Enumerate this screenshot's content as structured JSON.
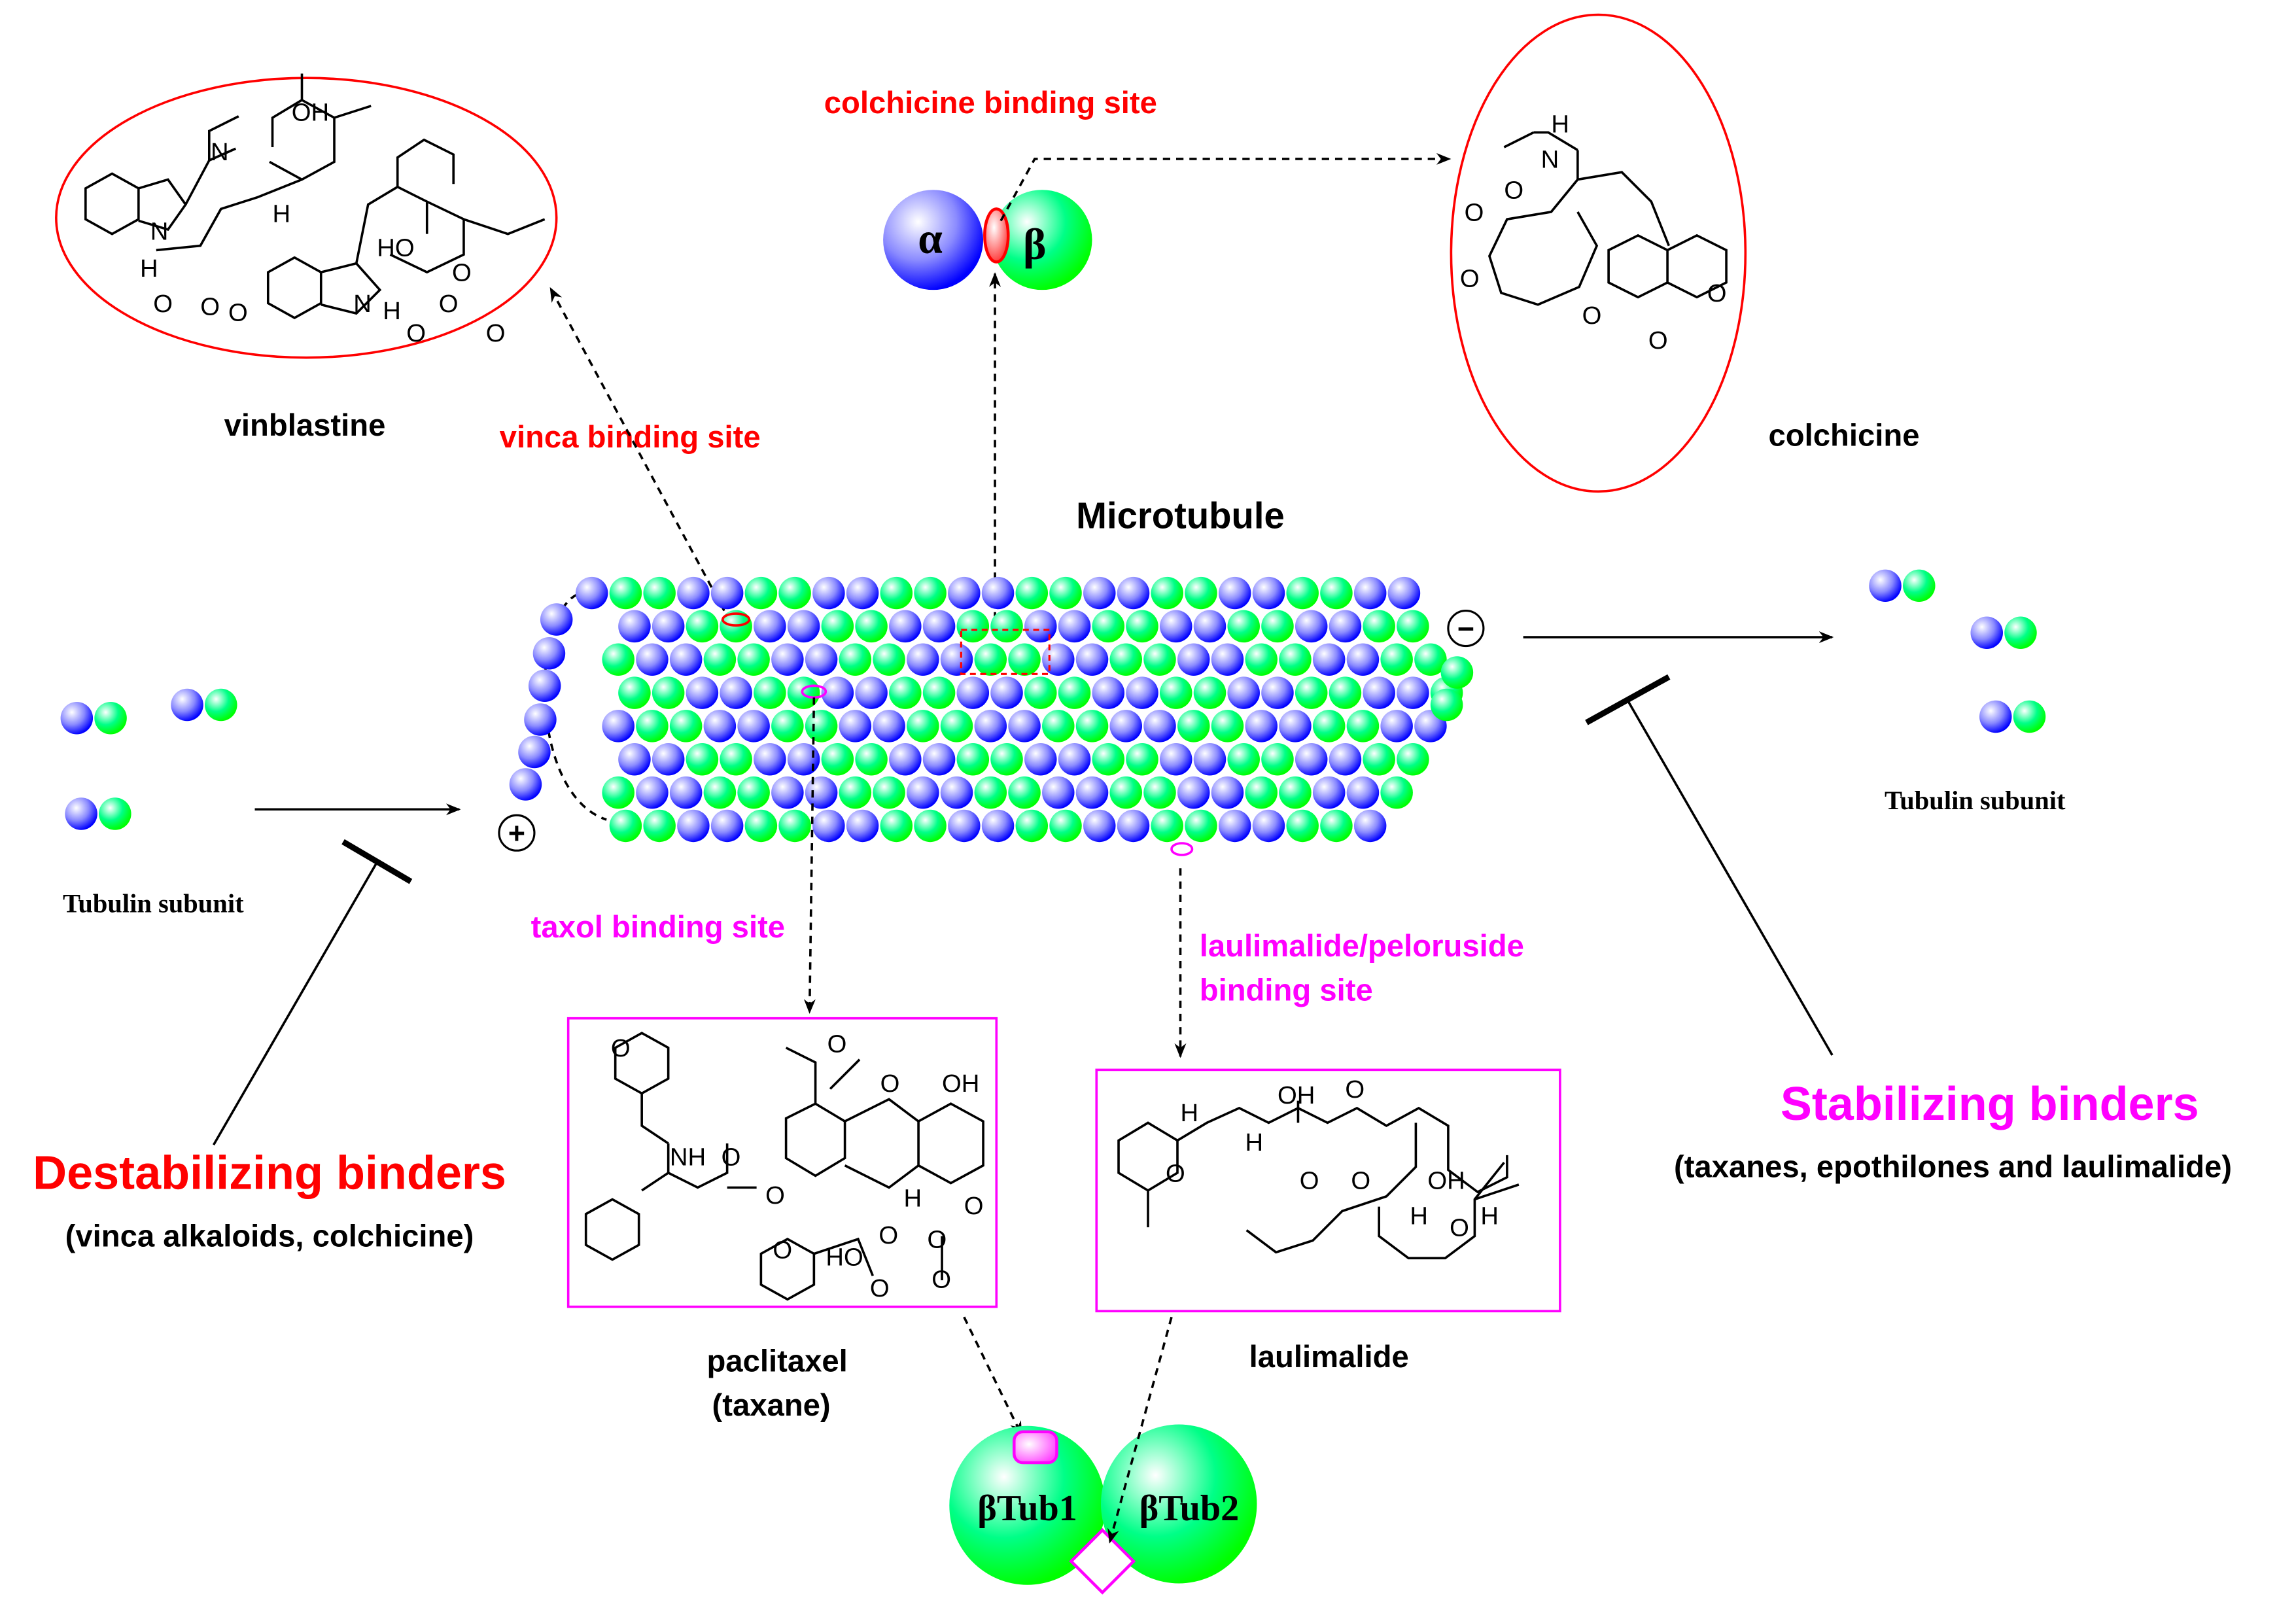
{
  "labels": {
    "colchicine_site": "colchicine binding site",
    "alpha": "α",
    "beta": "β",
    "vinblastine": "vinblastine",
    "vinca_site": "vinca binding site",
    "colchicine": "colchicine",
    "microtubule": "Microtubule",
    "minus": "−",
    "plus": "+",
    "tubulin_left": "Tubulin subunit",
    "tubulin_right": "Tubulin subunit",
    "destabilizing": "Destabilizing binders",
    "destabilizing_sub": "(vinca alkaloids, colchicine)",
    "stabilizing": "Stabilizing binders",
    "stabilizing_sub": "(taxanes, epothilones and laulimalide)",
    "taxol_site": "taxol binding site",
    "laulimalide_site_1": "laulimalide/peloruside",
    "laulimalide_site_2": "binding site",
    "paclitaxel": "paclitaxel",
    "taxane": "(taxane)",
    "laulimalide": "laulimalide",
    "btub1": "βTub1",
    "btub2": "βTub2"
  },
  "atoms": {
    "vinblastine": [
      "OH",
      "N",
      "H",
      "N",
      "H",
      "O",
      "O",
      "O",
      "HO",
      "O",
      "O",
      "N",
      "H",
      "O",
      "O"
    ],
    "colchicine": [
      "H",
      "N",
      "O",
      "O",
      "O",
      "O",
      "O",
      "O"
    ],
    "paclitaxel": [
      "NH",
      "O",
      "O",
      "O",
      "O",
      "OH",
      "O",
      "HO",
      "O",
      "H",
      "O",
      "O",
      "O",
      "O",
      "O"
    ],
    "laulimalide": [
      "H",
      "O",
      "H",
      "OH",
      "O",
      "O",
      "O",
      "OH",
      "H",
      "O",
      "H"
    ]
  },
  "colors": {
    "alpha_tubulin": "#0000ff",
    "beta_tubulin": "#00ff00",
    "destabilizing": "#ff0000",
    "stabilizing": "#ff00ff"
  }
}
